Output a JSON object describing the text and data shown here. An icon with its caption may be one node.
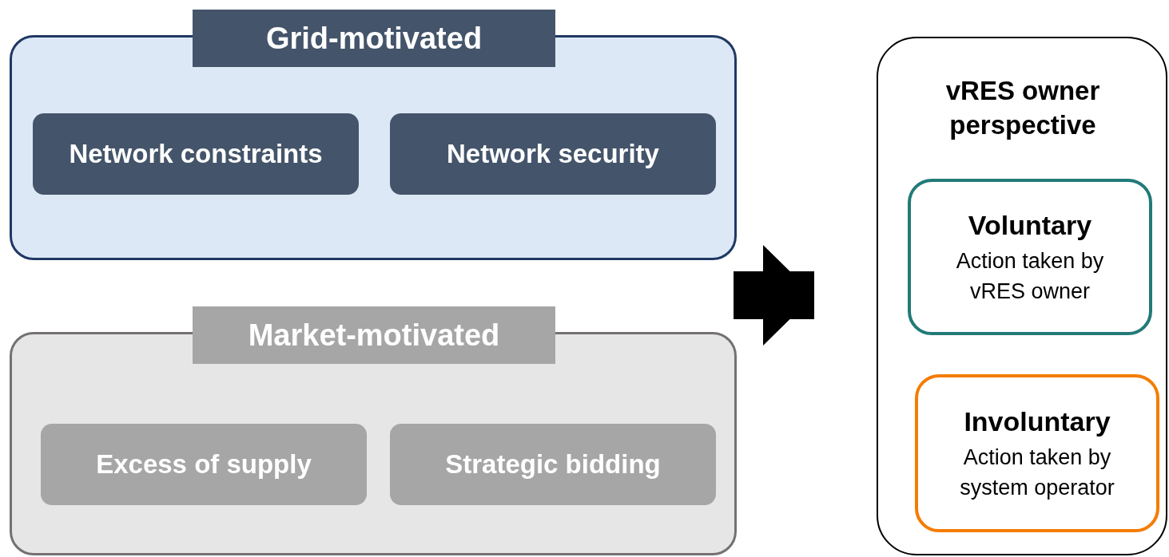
{
  "diagram": {
    "nodes": [
      {
        "text": [
          "Grid-motivated"
        ]
      },
      {
        "text": [
          "Network constraints"
        ],
        "in": 0
      },
      {
        "text": [
          "Network security"
        ],
        "in": 0
      },
      {
        "text": [
          "Market-motivated"
        ]
      },
      {
        "text": [
          "Excess of supply"
        ],
        "in": 3
      },
      {
        "text": [
          "Strategic bidding"
        ],
        "in": 3
      },
      {
        "text": [
          "vRES owner perspective"
        ]
      },
      {
        "text": [
          "Voluntary",
          "Action taken by vRES owner"
        ],
        "in": 6
      },
      {
        "text": [
          "Involuntary",
          "Action taken by system operator"
        ],
        "in": 6
      }
    ],
    "edges": [
      {
        "from": null,
        "to": 6,
        "arrow": "to"
      }
    ]
  }
}
